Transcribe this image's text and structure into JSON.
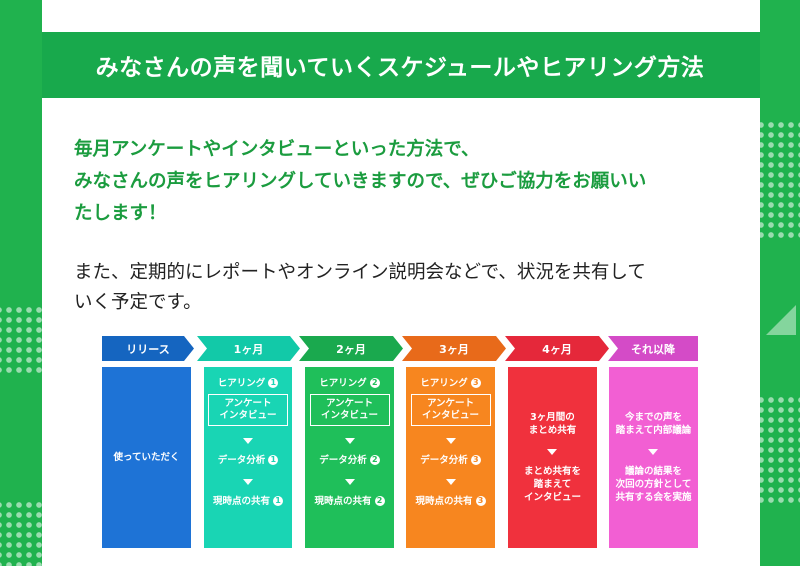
{
  "title": "みなさんの声を聞いていくスケジュールやヒアリング方法",
  "lead_lines": [
    "毎月アンケートやインタビューといった方法で、",
    "みなさんの声をヒアリングしていきますので、ぜひご協力をお願いい",
    "たします！"
  ],
  "body_lines": [
    "また、定期的にレポートやオンライン説明会などで、状況を共有して",
    "いく予定です。"
  ],
  "phases": [
    {
      "label": "リリース",
      "color": "#1565c0"
    },
    {
      "label": "1ヶ月",
      "color": "#12c9a8"
    },
    {
      "label": "2ヶ月",
      "color": "#1aa94e"
    },
    {
      "label": "3ヶ月",
      "color": "#e86a1a"
    },
    {
      "label": "4ヶ月",
      "color": "#e5283a"
    },
    {
      "label": "それ以降",
      "color": "#d44bc7"
    }
  ],
  "columns": [
    {
      "text": "使っていただく",
      "color": "#1e73d6"
    },
    {
      "color": "#19d5b4",
      "hearing": "ヒアリング",
      "num": "1",
      "box": [
        "アンケート",
        "インタビュー"
      ],
      "step2": "データ分析",
      "step3": "現時点の共有"
    },
    {
      "color": "#1fbf5a",
      "hearing": "ヒアリング",
      "num": "2",
      "box": [
        "アンケート",
        "インタビュー"
      ],
      "step2": "データ分析",
      "step3": "現時点の共有"
    },
    {
      "color": "#f7861f",
      "hearing": "ヒアリング",
      "num": "3",
      "box": [
        "アンケート",
        "インタビュー"
      ],
      "step2": "データ分析",
      "step3": "現時点の共有"
    },
    {
      "color": "#f0313d",
      "top": [
        "3ヶ月間の",
        "まとめ共有"
      ],
      "bottom": [
        "まとめ共有を",
        "踏まえて",
        "インタビュー"
      ]
    },
    {
      "color": "#f25fd3",
      "top": [
        "今までの声を",
        "踏まえて内部議論"
      ],
      "bottom": [
        "議論の結果を",
        "次回の方針として",
        "共有する会を実施"
      ]
    }
  ]
}
